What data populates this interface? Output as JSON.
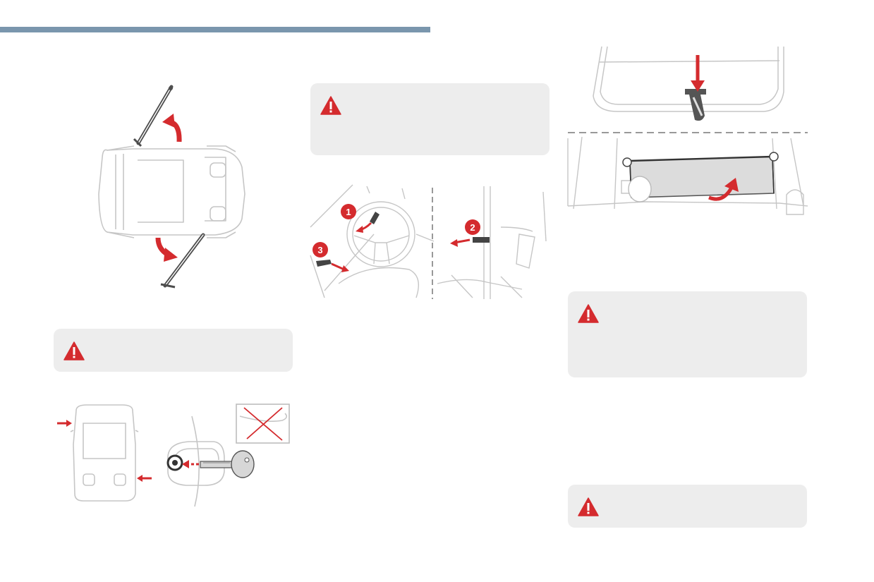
{
  "page": {
    "accent_color": "#7a96ad",
    "warning_color": "#d42b2e",
    "box_color": "#ededed"
  },
  "illustrations": {
    "roof_bars": {
      "icon": "roof-bars-illustration"
    },
    "steering_column": {
      "markers": [
        "1",
        "3",
        "2"
      ]
    },
    "door_lock": {
      "icon": "door-lock-illustration"
    },
    "luggage_cover": {
      "icon": "luggage-cover-illustration"
    }
  },
  "warnings": [
    {
      "icon": "warning-triangle-icon",
      "text": ""
    },
    {
      "icon": "warning-triangle-icon",
      "text": ""
    },
    {
      "icon": "warning-triangle-icon",
      "text": ""
    },
    {
      "icon": "warning-triangle-icon",
      "text": ""
    }
  ]
}
